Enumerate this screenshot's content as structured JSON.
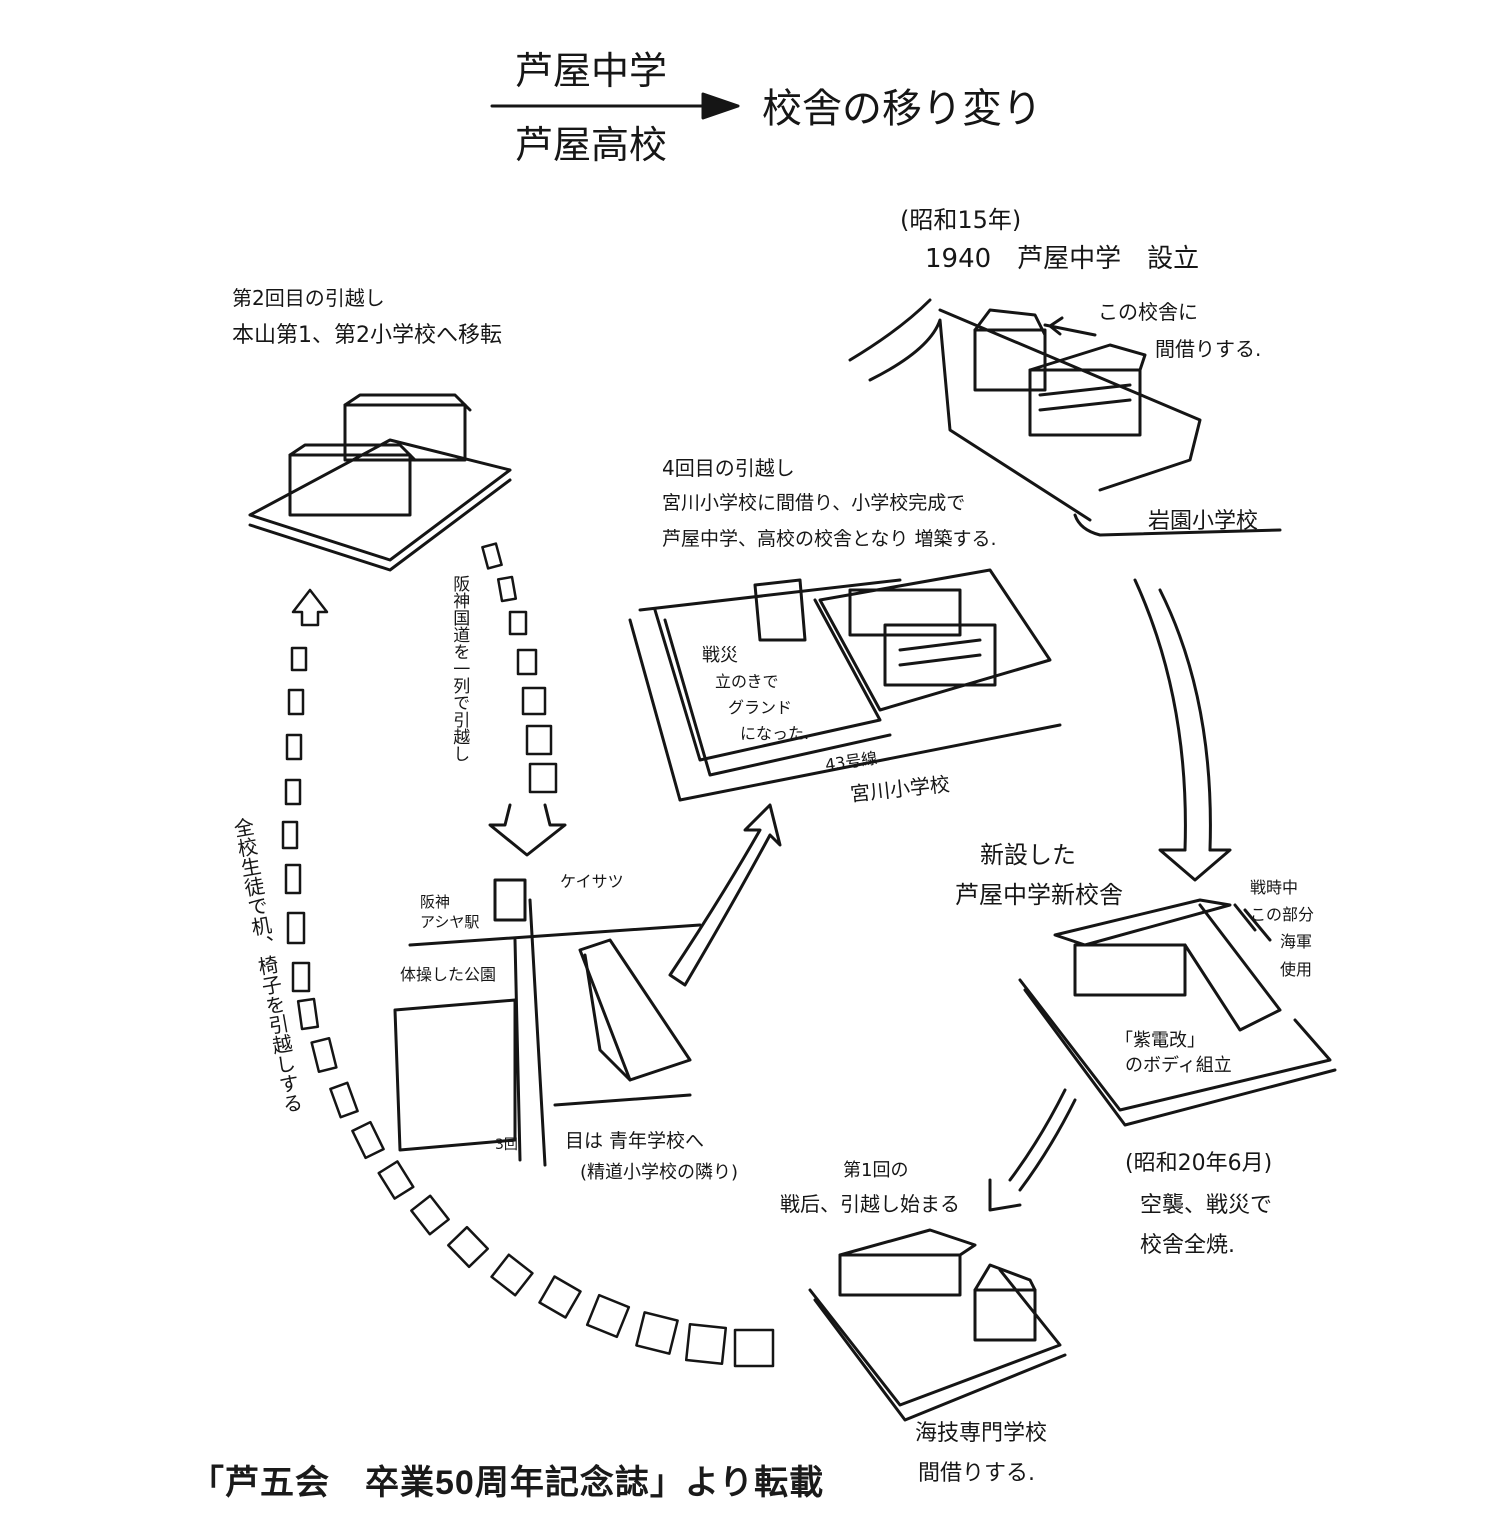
{
  "title": {
    "top_label": "芦屋中学",
    "bottom_label": "芦屋高校",
    "main": "校舎の移り変り"
  },
  "stages": {
    "founding": {
      "year_era": "(昭和15年)",
      "year_line": "1940　芦屋中学　設立",
      "note_line1": "この校舎に",
      "note_line2": "間借りする.",
      "place": "岩園小学校"
    },
    "new_building": {
      "line1": "新設した",
      "line2": "芦屋中学新校舎",
      "side_note": [
        "戦時中",
        "この部分",
        "海軍",
        "使用"
      ],
      "inner_line1": "「紫電改」",
      "inner_line2": "のボディ組立"
    },
    "air_raid": {
      "era": "(昭和20年6月)",
      "line1": "空襲、戦災で",
      "line2": "校舎全焼."
    },
    "first_move": {
      "line1": "第1回の",
      "line2": "戦后、引越し始まる",
      "place_line1": "海技専門学校",
      "place_line2": "間借りする."
    },
    "second_move": {
      "line1": "第2回目の引越し",
      "line2": "本山第1、第2小学校へ移転"
    },
    "third_move": {
      "station_line1": "阪神",
      "station_line2": "アシヤ駅",
      "police_label": "ケイサツ",
      "park_label": "体操した公園",
      "count_label": "3回",
      "line1": "目は 青年学校へ",
      "line2": "(精道小学校の隣り)"
    },
    "fourth_move": {
      "line1": "4回目の引越し",
      "line2": "宮川小学校に間借り、小学校完成で",
      "line3": "芦屋中学、高校の校舎となり 増築する.",
      "ground_line1": "戦災",
      "ground_line2": "立のきで",
      "ground_line3": "グランド",
      "ground_line4": "になった.",
      "road_label": "43号線",
      "place": "宮川小学校"
    }
  },
  "route_notes": {
    "hanshin_road": "阪神国道を一列で引越し",
    "all_students": "全校生徒で机、椅子を引越しする"
  },
  "footer": "「芦五会　卒業50周年記念誌」より転載",
  "colors": {
    "ink": "#161616",
    "paper": "#ffffff"
  }
}
